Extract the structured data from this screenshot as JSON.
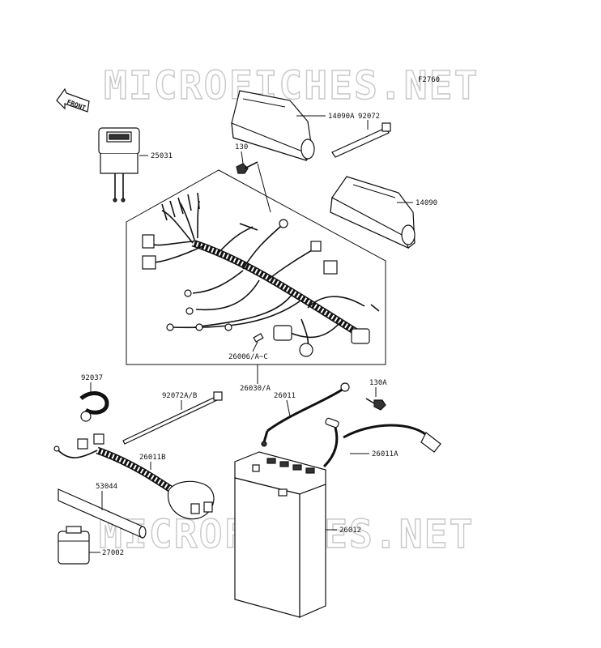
{
  "watermark": "MICROFICHES.NET",
  "figure_code": "F2760",
  "front_label": "FRONT",
  "parts": {
    "p14090A": "14090A",
    "p92072": "92072",
    "p14090": "14090",
    "p130": "130",
    "p25031": "25031",
    "p26006": "26006/A~C",
    "p26030": "26030/A",
    "p92037": "92037",
    "p92072AB": "92072A/B",
    "p26011": "26011",
    "p130A": "130A",
    "p26011A": "26011A",
    "p26011B": "26011B",
    "p53044": "53044",
    "p26012": "26012",
    "p27002": "27002"
  }
}
